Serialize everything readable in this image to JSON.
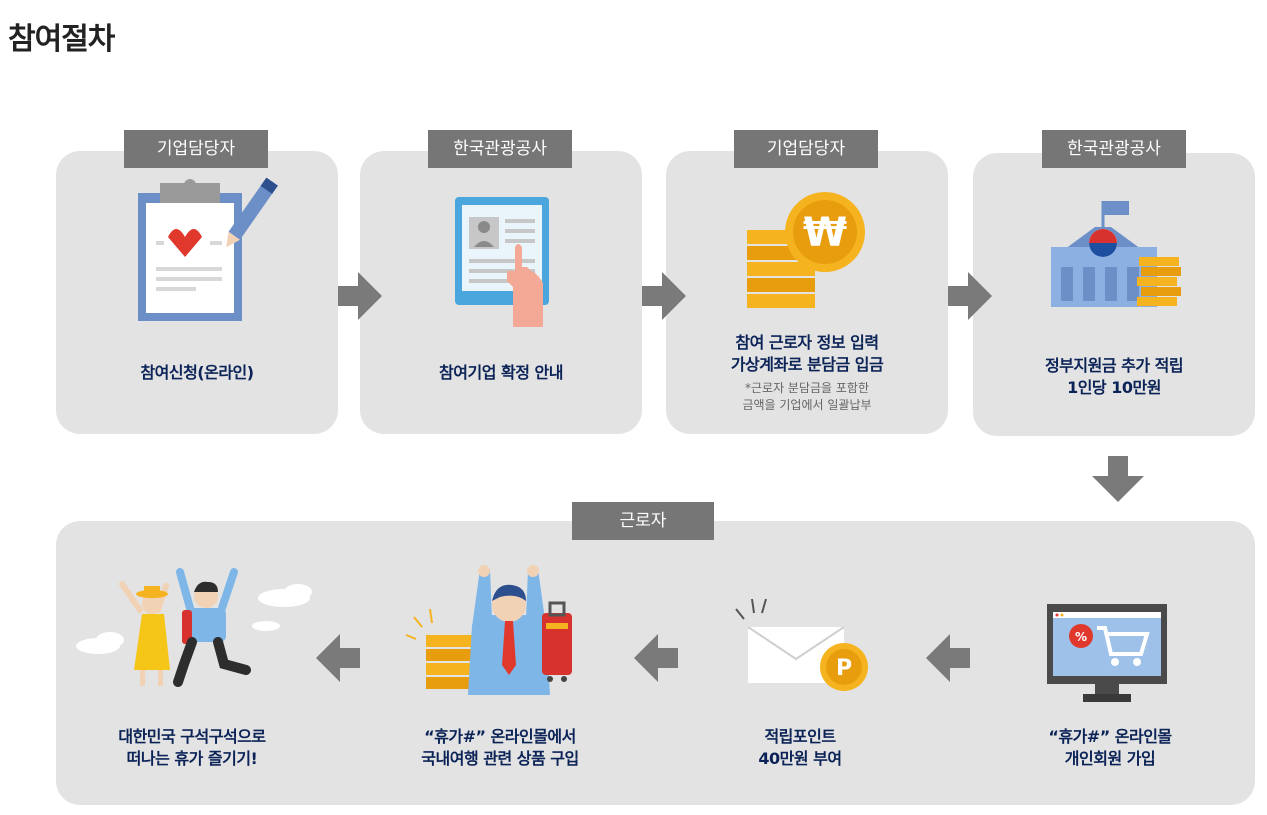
{
  "page": {
    "title": "참여절차"
  },
  "steps": [
    {
      "role": "기업담당자",
      "lines": [
        "참여신청(온라인)"
      ]
    },
    {
      "role": "한국관광공사",
      "lines": [
        "참여기업 확정 안내"
      ]
    },
    {
      "role": "기업담당자",
      "lines": [
        "참여 근로자 정보 입력",
        "가상계좌로 분담금 입금"
      ],
      "note": [
        "*근로자 분담금을 포함한",
        "금액을 기업에서 일괄납부"
      ]
    },
    {
      "role": "한국관광공사",
      "lines": [
        "정부지원금 추가 적립",
        "1인당 10만원"
      ]
    }
  ],
  "worker": {
    "role": "근로자",
    "steps": [
      {
        "lines": [
          "“휴가#” 온라인몰",
          "개인회원 가입"
        ]
      },
      {
        "lines": [
          "적립포인트",
          "40만원 부여"
        ]
      },
      {
        "lines": [
          "“휴가#” 온라인몰에서",
          "국내여행 관련 상품 구입"
        ]
      },
      {
        "lines": [
          "대한민국 구석구석으로",
          "떠나는 휴가 즐기기!"
        ]
      }
    ]
  },
  "icons": {
    "step1": "clipboard-check-icon",
    "step2": "tablet-touch-icon",
    "step3": "won-coin-stack-icon",
    "step4": "government-building-coins-icon",
    "worker1": "online-shop-monitor-icon",
    "worker2": "envelope-point-icon",
    "worker3": "happy-traveler-icon",
    "worker4": "travel-couple-icon",
    "arrow_right": "arrow-right-icon",
    "arrow_down": "arrow-down-icon",
    "arrow_left": "arrow-left-icon"
  },
  "colors": {
    "card": "#e3e3e3",
    "tag": "#767676",
    "label": "#0b2357",
    "arrow": "#7a7a7a"
  }
}
